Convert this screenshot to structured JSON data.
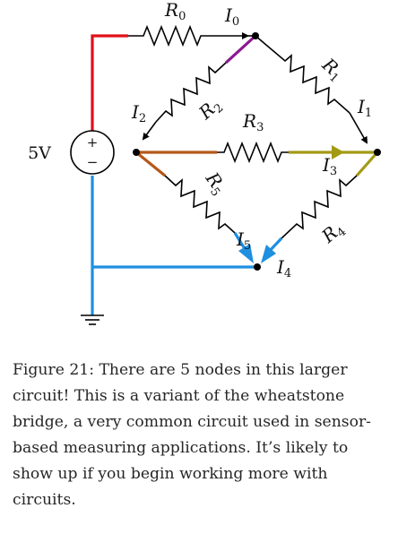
{
  "colors": {
    "red": "#e0101a",
    "purple": "#8b1a8f",
    "brown": "#b5581b",
    "olive": "#a39a14",
    "blue": "#1f8fe0",
    "black": "#000000"
  },
  "figure": {
    "source_label": "5V",
    "plus_sign": "+",
    "minus_sign": "−",
    "resistors": [
      {
        "letter": "R",
        "sub": "0"
      },
      {
        "letter": "R",
        "sub": "1"
      },
      {
        "letter": "R",
        "sub": "2"
      },
      {
        "letter": "R",
        "sub": "3"
      },
      {
        "letter": "R",
        "sub": "4"
      },
      {
        "letter": "R",
        "sub": "5"
      }
    ],
    "currents": [
      {
        "letter": "I",
        "sub": "0"
      },
      {
        "letter": "I",
        "sub": "1"
      },
      {
        "letter": "I",
        "sub": "2"
      },
      {
        "letter": "I",
        "sub": "3"
      },
      {
        "letter": "I",
        "sub": "4"
      },
      {
        "letter": "I",
        "sub": "5"
      }
    ]
  },
  "caption": "Figure 21: There are 5 nodes in this larger circuit! This is a variant of the wheatstone bridge, a very common circuit used in sensor-based measuring applications. It’s likely to show up if you begin working more with circuits."
}
